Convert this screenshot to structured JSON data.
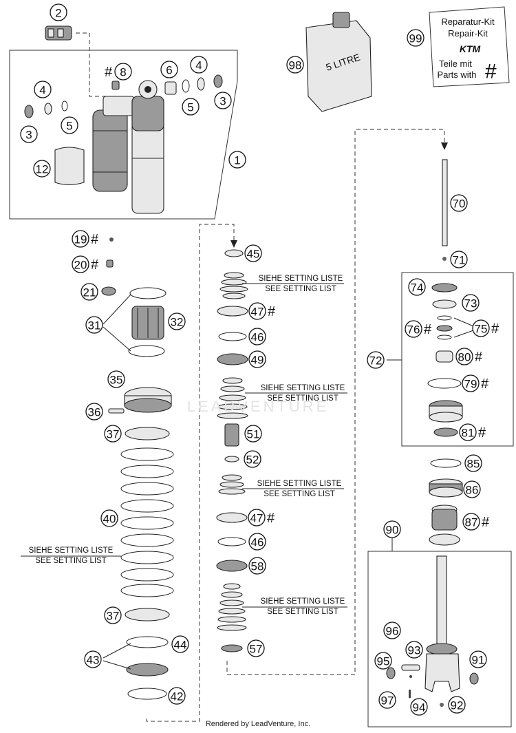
{
  "kit": {
    "line1": "Reparatur-Kit",
    "line2": "Repair-Kit",
    "brand": "KTM",
    "line3": "Teile mit",
    "line4": "Parts with",
    "hash": "#"
  },
  "oil_can": {
    "label": "5 LITRE"
  },
  "notes": {
    "de": "SIEHE SETTING LISTE",
    "en": "SEE SETTING LIST"
  },
  "callouts": [
    {
      "num": "1",
      "hash": false
    },
    {
      "num": "2",
      "hash": false
    },
    {
      "num": "3",
      "hash": false
    },
    {
      "num": "3",
      "hash": false
    },
    {
      "num": "4",
      "hash": false
    },
    {
      "num": "4",
      "hash": false
    },
    {
      "num": "5",
      "hash": false
    },
    {
      "num": "5",
      "hash": false
    },
    {
      "num": "6",
      "hash": false
    },
    {
      "num": "8",
      "hash": true
    },
    {
      "num": "12",
      "hash": false
    },
    {
      "num": "19",
      "hash": true
    },
    {
      "num": "20",
      "hash": true
    },
    {
      "num": "21",
      "hash": false
    },
    {
      "num": "31",
      "hash": false
    },
    {
      "num": "32",
      "hash": false
    },
    {
      "num": "35",
      "hash": false
    },
    {
      "num": "36",
      "hash": false
    },
    {
      "num": "37",
      "hash": false
    },
    {
      "num": "37",
      "hash": false
    },
    {
      "num": "40",
      "hash": false
    },
    {
      "num": "42",
      "hash": false
    },
    {
      "num": "43",
      "hash": false
    },
    {
      "num": "44",
      "hash": false
    },
    {
      "num": "45",
      "hash": false
    },
    {
      "num": "46",
      "hash": false
    },
    {
      "num": "46",
      "hash": false
    },
    {
      "num": "47",
      "hash": true
    },
    {
      "num": "47",
      "hash": true
    },
    {
      "num": "49",
      "hash": false
    },
    {
      "num": "51",
      "hash": false
    },
    {
      "num": "52",
      "hash": false
    },
    {
      "num": "57",
      "hash": false
    },
    {
      "num": "58",
      "hash": false
    },
    {
      "num": "70",
      "hash": false
    },
    {
      "num": "71",
      "hash": false
    },
    {
      "num": "72",
      "hash": false
    },
    {
      "num": "73",
      "hash": false
    },
    {
      "num": "74",
      "hash": false
    },
    {
      "num": "75",
      "hash": true
    },
    {
      "num": "76",
      "hash": true
    },
    {
      "num": "79",
      "hash": true
    },
    {
      "num": "80",
      "hash": true
    },
    {
      "num": "81",
      "hash": true
    },
    {
      "num": "85",
      "hash": false
    },
    {
      "num": "86",
      "hash": false
    },
    {
      "num": "87",
      "hash": true
    },
    {
      "num": "90",
      "hash": false
    },
    {
      "num": "91",
      "hash": false
    },
    {
      "num": "92",
      "hash": false
    },
    {
      "num": "93",
      "hash": false
    },
    {
      "num": "94",
      "hash": false
    },
    {
      "num": "95",
      "hash": false
    },
    {
      "num": "96",
      "hash": false
    },
    {
      "num": "97",
      "hash": false
    },
    {
      "num": "98",
      "hash": false
    },
    {
      "num": "99",
      "hash": false
    }
  ],
  "watermark": "LEADVENTURE",
  "footer": "Rendered by LeadVenture, Inc."
}
